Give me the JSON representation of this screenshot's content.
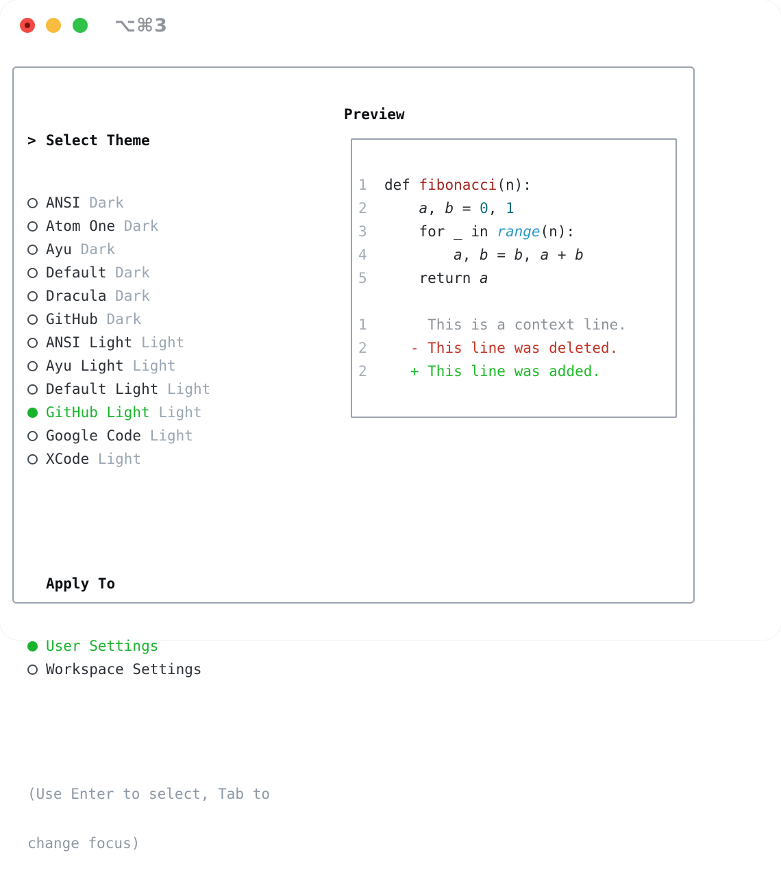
{
  "window": {
    "title": "⌥⌘3"
  },
  "colors": {
    "accent_green": "#19b32c",
    "panel_border": "#9aa3ae",
    "function_red": "#a32421",
    "number_teal": "#0d6e7d",
    "builtin_blue": "#2b97c7",
    "deleted_red": "#c43325",
    "added_green": "#1cb927",
    "line_number_gray": "#a3adb8",
    "muted_gray": "#9aa6b2",
    "footer_gray": "#8d98a4"
  },
  "theme_panel": {
    "heading_prefix": ">",
    "heading": "Select Theme",
    "items": [
      {
        "label": "ANSI",
        "tag": "Dark",
        "selected": false
      },
      {
        "label": "Atom One",
        "tag": "Dark",
        "selected": false
      },
      {
        "label": "Ayu",
        "tag": "Dark",
        "selected": false
      },
      {
        "label": "Default",
        "tag": "Dark",
        "selected": false
      },
      {
        "label": "Dracula",
        "tag": "Dark",
        "selected": false
      },
      {
        "label": "GitHub",
        "tag": "Dark",
        "selected": false
      },
      {
        "label": "ANSI Light",
        "tag": "Light",
        "selected": false
      },
      {
        "label": "Ayu Light",
        "tag": "Light",
        "selected": false
      },
      {
        "label": "Default Light",
        "tag": "Light",
        "selected": false
      },
      {
        "label": "GitHub Light",
        "tag": "Light",
        "selected": true
      },
      {
        "label": "Google Code",
        "tag": "Light",
        "selected": false
      },
      {
        "label": "XCode",
        "tag": "Light",
        "selected": false
      }
    ],
    "apply_to": {
      "heading": "Apply To",
      "options": [
        {
          "label": "User Settings",
          "selected": true
        },
        {
          "label": "Workspace Settings",
          "selected": false
        }
      ]
    },
    "footer_lines": [
      "(Use Enter to select, Tab to",
      "change focus)"
    ]
  },
  "preview": {
    "heading": "Preview",
    "lines": [
      {
        "num": "1",
        "tokens": [
          {
            "t": "def ",
            "c": "code"
          },
          {
            "t": "fibonacci",
            "c": "func"
          },
          {
            "t": "(n):",
            "c": "code"
          }
        ]
      },
      {
        "num": "2",
        "tokens": [
          {
            "t": "    ",
            "c": "code"
          },
          {
            "t": "a",
            "c": "var"
          },
          {
            "t": ", ",
            "c": "code"
          },
          {
            "t": "b",
            "c": "var"
          },
          {
            "t": " = ",
            "c": "code"
          },
          {
            "t": "0",
            "c": "num"
          },
          {
            "t": ", ",
            "c": "code"
          },
          {
            "t": "1",
            "c": "num"
          }
        ]
      },
      {
        "num": "3",
        "tokens": [
          {
            "t": "    for _ in ",
            "c": "code"
          },
          {
            "t": "range",
            "c": "builtin"
          },
          {
            "t": "(n):",
            "c": "code"
          }
        ]
      },
      {
        "num": "4",
        "tokens": [
          {
            "t": "        ",
            "c": "code"
          },
          {
            "t": "a",
            "c": "var"
          },
          {
            "t": ", ",
            "c": "code"
          },
          {
            "t": "b",
            "c": "var"
          },
          {
            "t": " = ",
            "c": "code"
          },
          {
            "t": "b",
            "c": "var"
          },
          {
            "t": ", ",
            "c": "code"
          },
          {
            "t": "a",
            "c": "var"
          },
          {
            "t": " + ",
            "c": "code"
          },
          {
            "t": "b",
            "c": "var"
          }
        ]
      },
      {
        "num": "5",
        "tokens": [
          {
            "t": "    return ",
            "c": "code"
          },
          {
            "t": "a",
            "c": "var"
          }
        ]
      },
      {
        "num": "",
        "tokens": []
      },
      {
        "num": "1",
        "tokens": [
          {
            "t": "     This is a context line.",
            "c": "context"
          }
        ]
      },
      {
        "num": "2",
        "tokens": [
          {
            "t": "   - This line was deleted.",
            "c": "del"
          }
        ]
      },
      {
        "num": "2",
        "tokens": [
          {
            "t": "   + This line was added.",
            "c": "add"
          }
        ]
      }
    ]
  }
}
